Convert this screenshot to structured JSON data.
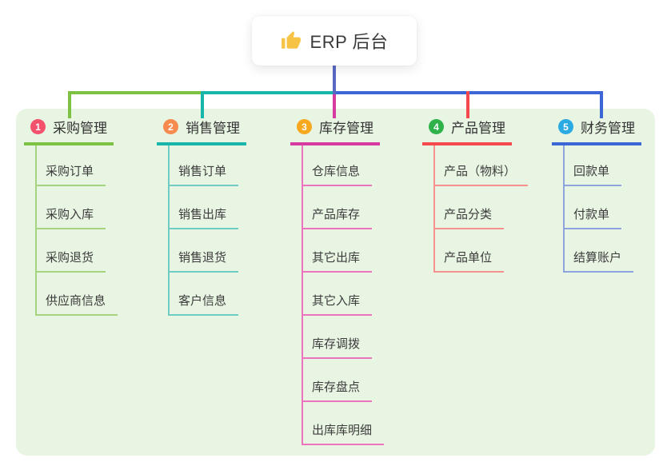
{
  "root": {
    "label": "ERP 后台",
    "icon": "thumbs-up-icon"
  },
  "colors": {
    "root_connector": "#5A68C4",
    "panel_bg": "#E8F5E3",
    "thumb_icon": "#F6C344",
    "text": "#333333"
  },
  "branches": [
    {
      "index": "1",
      "label": "采购管理",
      "badge_color": "#F4516C",
      "line_color": "#7DC242",
      "child_line_color": "#A6D37E",
      "children": [
        "采购订单",
        "采购入库",
        "采购退货",
        "供应商信息"
      ]
    },
    {
      "index": "2",
      "label": "销售管理",
      "badge_color": "#F78A4E",
      "line_color": "#18B5AB",
      "child_line_color": "#6FCCC5",
      "children": [
        "销售订单",
        "销售出库",
        "销售退货",
        "客户信息"
      ]
    },
    {
      "index": "3",
      "label": "库存管理",
      "badge_color": "#F6A81F",
      "line_color": "#D6399F",
      "child_line_color": "#EC74BE",
      "children": [
        "仓库信息",
        "产品库存",
        "其它出库",
        "其它入库",
        "库存调拨",
        "库存盘点",
        "出库库明细"
      ]
    },
    {
      "index": "4",
      "label": "产品管理",
      "badge_color": "#2FB24A",
      "line_color": "#F4494D",
      "child_line_color": "#F7908F",
      "children": [
        "产品（物料）",
        "产品分类",
        "产品单位"
      ]
    },
    {
      "index": "5",
      "label": "财务管理",
      "badge_color": "#2BAAE2",
      "line_color": "#3C66D6",
      "child_line_color": "#8FA3DE",
      "children": [
        "回款单",
        "付款单",
        "结算账户"
      ]
    }
  ]
}
